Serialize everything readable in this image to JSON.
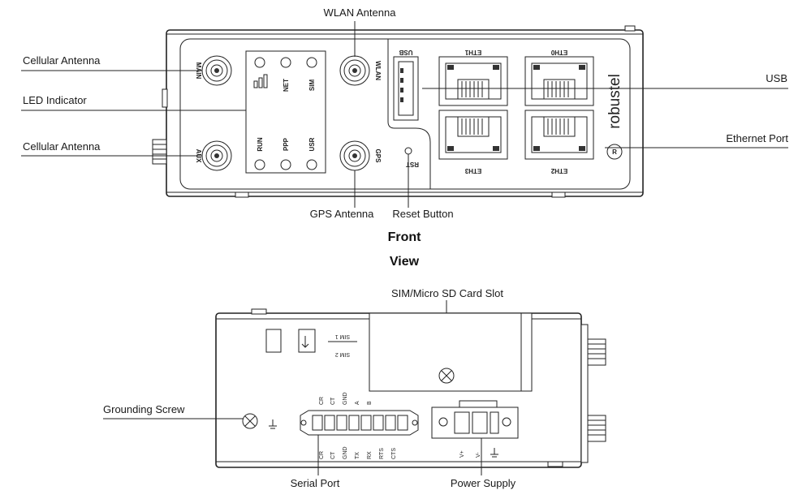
{
  "views": {
    "front_label_line1": "Front",
    "front_label_line2": "View"
  },
  "callouts": {
    "wlan_antenna": "WLAN Antenna",
    "cellular_antenna_main": "Cellular Antenna",
    "led_indicator": "LED Indicator",
    "cellular_antenna_aux": "Cellular Antenna",
    "usb": "USB",
    "ethernet_port": "Ethernet Port",
    "gps_antenna": "GPS Antenna",
    "reset_button": "Reset Button",
    "sim_slot": "SIM/Micro SD Card Slot",
    "grounding_screw": "Grounding Screw",
    "serial_port": "Serial Port",
    "power_supply": "Power Supply"
  },
  "front_panel": {
    "main": "MAIN",
    "aux": "AUX",
    "wlan": "WLAN",
    "gps": "GPS",
    "rst": "RST",
    "usb": "USB",
    "eth0": "ETH0",
    "eth1": "ETH1",
    "eth2": "ETH2",
    "eth3": "ETH3",
    "brand": "robustel",
    "leds_top": [
      "NET",
      "SIM"
    ],
    "leds_bottom": [
      "RUN",
      "PPP",
      "USR"
    ]
  },
  "rear_panel": {
    "sim1": "SIM 1",
    "sim2": "SIM 2",
    "serial_top": [
      "CR",
      "CT",
      "GND",
      "A",
      "B"
    ],
    "serial_bottom": [
      "CR",
      "CT",
      "GND",
      "TX",
      "RX",
      "RTS",
      "CTS"
    ],
    "power": [
      "V+",
      "V-"
    ]
  },
  "colors": {
    "line": "#222222",
    "background": "#ffffff"
  }
}
